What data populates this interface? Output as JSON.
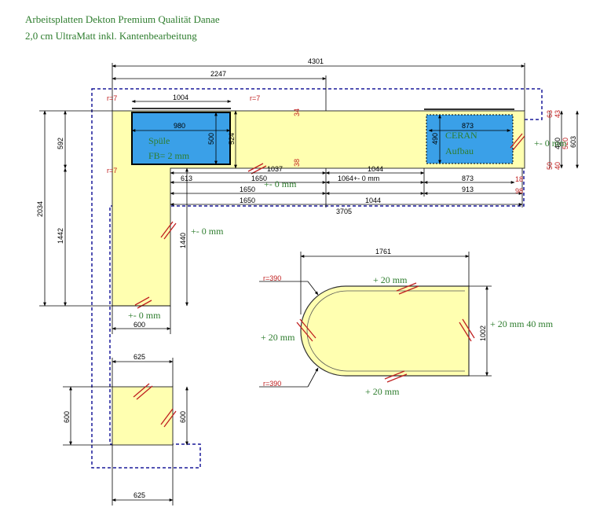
{
  "title": {
    "line1": "Arbeitsplatten Dekton Premium Qualität Danae",
    "line2": "2,0 cm UltraMatt inkl. Kantenbearbeitung"
  },
  "colors": {
    "slab": "#ffffb0",
    "cutout": "#3aa0e8",
    "green_text": "#2e7d2e",
    "dim_red": "#c02020",
    "outline_blue": "#1a1a9a"
  },
  "cutouts": {
    "sink": {
      "line1": "Spüle",
      "line2": "FB= 2 mm"
    },
    "hob": {
      "line1": "CERAN",
      "line2": "Aufbau"
    }
  },
  "dims": {
    "d4301": "4301",
    "d2247": "2247",
    "d1004": "1004",
    "r7a": "r=7",
    "r7b": "r=7",
    "r7c": "r=7",
    "d980": "980",
    "d500": "500",
    "d524": "524",
    "d34": "34",
    "d38": "38",
    "d873top": "873",
    "d490": "490",
    "d63": "63",
    "d43": "43",
    "d490b": "490",
    "d520": "520",
    "d603": "603",
    "d50": "50",
    "d40": "40",
    "d592": "592",
    "d2034": "2034",
    "d1442": "1442",
    "d1440": "1440",
    "d613": "613",
    "d1037": "1037",
    "d1650a": "1650",
    "d1044a": "1044",
    "d1064": "1064+- 0 mm",
    "d873b": "873",
    "d18": "18",
    "d1650b": "1650",
    "d913": "913",
    "d1650c": "1650",
    "d1044b": "1044",
    "d98": "98",
    "d3705": "3705",
    "d600a": "600",
    "d625a": "625",
    "d600b": "600",
    "d600c": "600",
    "d625b": "625",
    "d1761": "1761",
    "r390a": "r=390",
    "r390b": "r=390",
    "d1002": "1002"
  },
  "edge_labels": {
    "pm0_front": "+- 0 mm",
    "pm0_side": "+- 0 mm",
    "pm0_bottom": "+- 0 mm",
    "pm0_right": "+- 0 mm",
    "p20_top": "+ 20 mm",
    "p20_left": "+ 20 mm",
    "p20_bottom": "+ 20 mm",
    "p20_right": "+ 20 mm 40 mm"
  }
}
